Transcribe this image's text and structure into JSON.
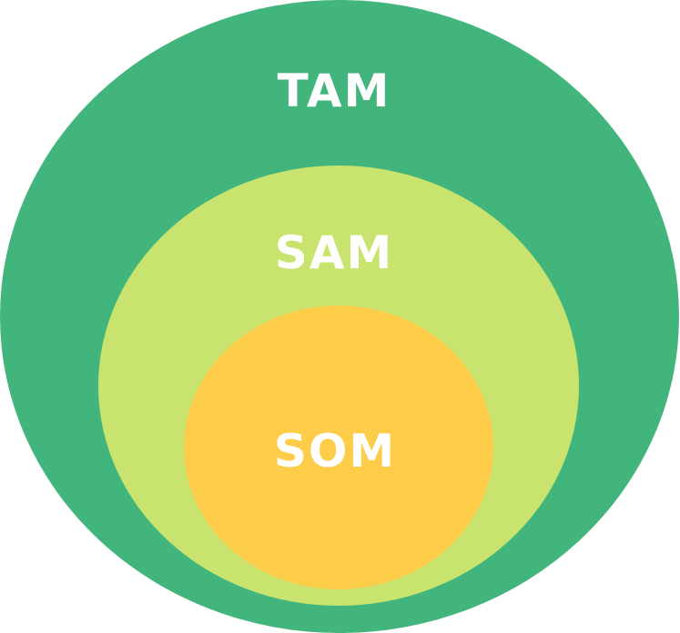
{
  "diagram": {
    "tam": {
      "label": "TAM",
      "color": "#42b57c"
    },
    "sam": {
      "label": "SAM",
      "color": "#c9e46e"
    },
    "som": {
      "label": "SOM",
      "color": "#fdcd4a"
    },
    "label_color": "#ffffff"
  }
}
